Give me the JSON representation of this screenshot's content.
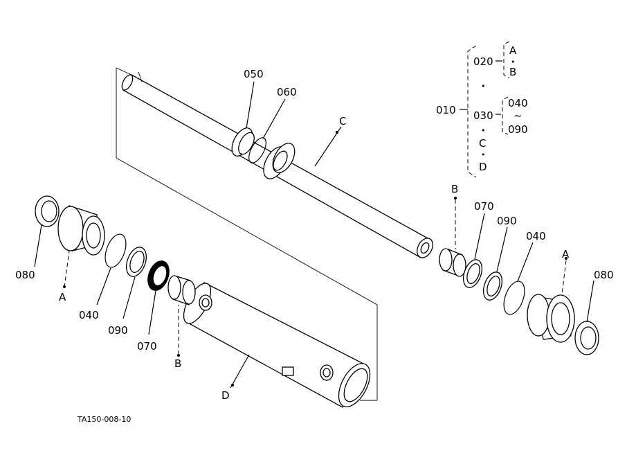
{
  "labels": {
    "p050": "050",
    "p060": "060",
    "pC": "C",
    "pB_right": "B",
    "p070_right": "070",
    "p090_right": "090",
    "p040_right": "040",
    "pA_right": "A",
    "p080_right": "080",
    "p080_left": "080",
    "pA_left": "A",
    "p040_left": "040",
    "p090_left": "090",
    "p070_left": "070",
    "pB_left": "B",
    "pD": "D"
  },
  "tree": {
    "root": "010",
    "n020": "020",
    "n030": "030",
    "A": "A",
    "B": "B",
    "n040": "040",
    "tilde": "~",
    "n090": "090",
    "C": "C",
    "D": "D",
    "dot": "•"
  },
  "footer": {
    "code": "TA150-008-10"
  }
}
